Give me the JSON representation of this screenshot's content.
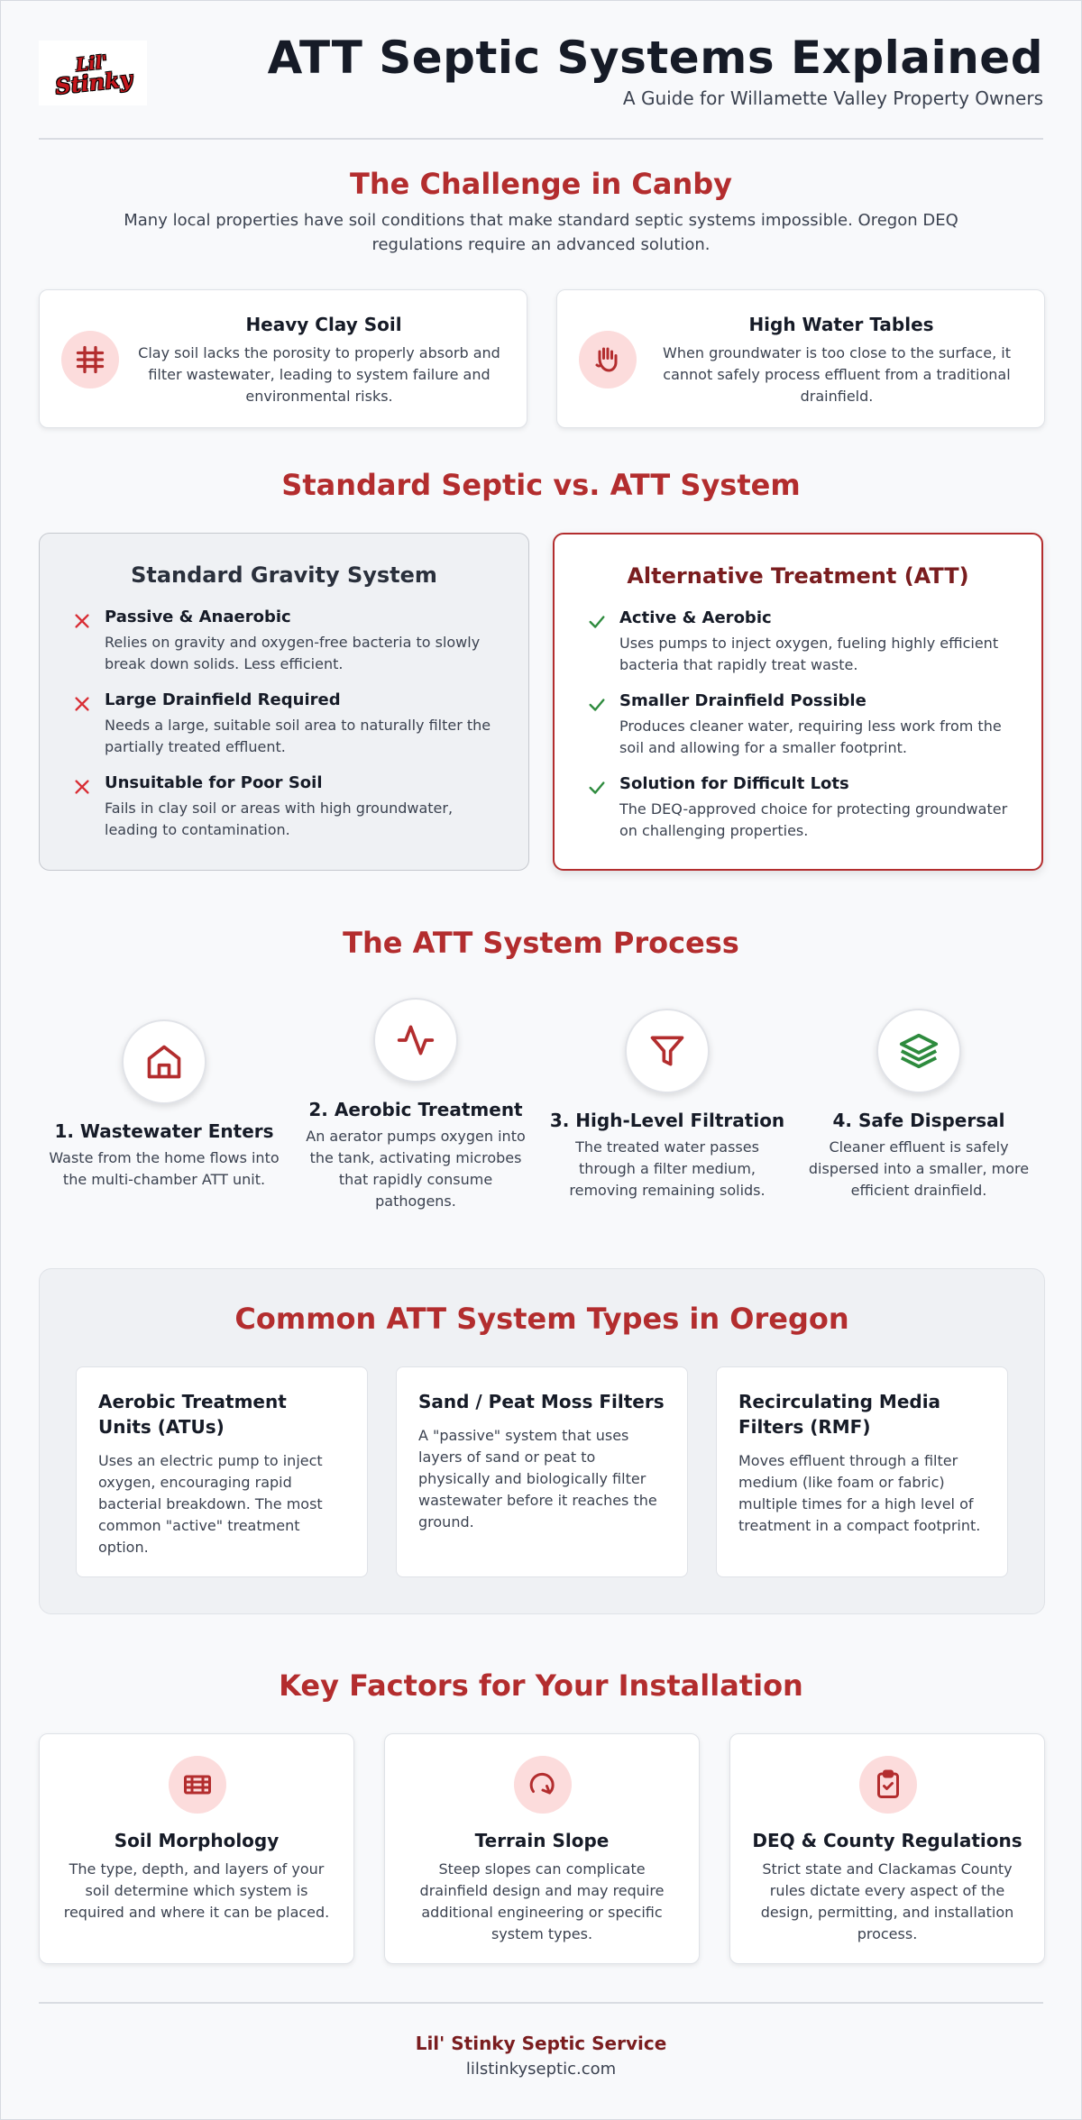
{
  "header": {
    "logo_line1": "Lil'",
    "logo_line2": "Stinky",
    "title": "ATT Septic Systems Explained",
    "subtitle": "A Guide for Willamette Valley Property Owners"
  },
  "challenge": {
    "title": "The Challenge in Canby",
    "intro": "Many local properties have soil conditions that make standard septic systems impossible. Oregon DEQ regulations require an advanced solution.",
    "cards": [
      {
        "icon": "grid-icon",
        "title": "Heavy Clay Soil",
        "text": "Clay soil lacks the porosity to properly absorb and filter wastewater, leading to system failure and environmental risks."
      },
      {
        "icon": "water-hand-icon",
        "title": "High Water Tables",
        "text": "When groundwater is too close to the surface, it cannot safely process effluent from a traditional drainfield."
      }
    ]
  },
  "comparison": {
    "title": "Standard Septic vs. ATT System",
    "standard": {
      "title": "Standard Gravity System",
      "items": [
        {
          "title": "Passive & Anaerobic",
          "text": "Relies on gravity and oxygen-free bacteria to slowly break down solids. Less efficient."
        },
        {
          "title": "Large Drainfield Required",
          "text": "Needs a large, suitable soil area to naturally filter the partially treated effluent."
        },
        {
          "title": "Unsuitable for Poor Soil",
          "text": "Fails in clay soil or areas with high groundwater, leading to contamination."
        }
      ]
    },
    "att": {
      "title": "Alternative Treatment (ATT)",
      "items": [
        {
          "title": "Active & Aerobic",
          "text": "Uses pumps to inject oxygen, fueling highly efficient bacteria that rapidly treat waste."
        },
        {
          "title": "Smaller Drainfield Possible",
          "text": "Produces cleaner water, requiring less work from the soil and allowing for a smaller footprint."
        },
        {
          "title": "Solution for Difficult Lots",
          "text": "The DEQ-approved choice for protecting groundwater on challenging properties."
        }
      ]
    }
  },
  "process": {
    "title": "The ATT System Process",
    "steps": [
      {
        "icon": "home-icon",
        "title": "1. Wastewater Enters",
        "text": "Waste from the home flows into the multi-chamber ATT unit."
      },
      {
        "icon": "activity-icon",
        "title": "2. Aerobic Treatment",
        "text": "An aerator pumps oxygen into the tank, activating microbes that rapidly consume pathogens."
      },
      {
        "icon": "filter-icon",
        "title": "3. High-Level Filtration",
        "text": "The treated water passes through a filter medium, removing remaining solids."
      },
      {
        "icon": "layers-icon",
        "title": "4. Safe Dispersal",
        "text": "Cleaner effluent is safely dispersed into a smaller, more efficient drainfield."
      }
    ]
  },
  "types": {
    "title": "Common ATT System Types in Oregon",
    "cards": [
      {
        "title": "Aerobic Treatment Units (ATUs)",
        "text": "Uses an electric pump to inject oxygen, encouraging rapid bacterial breakdown. The most common \"active\" treatment option."
      },
      {
        "title": "Sand / Peat Moss Filters",
        "text": "A \"passive\" system that uses layers of sand or peat to physically and biologically filter wastewater before it reaches the ground."
      },
      {
        "title": "Recirculating Media Filters (RMF)",
        "text": "Moves effluent through a filter medium (like foam or fabric) multiple times for a high level of treatment in a compact footprint."
      }
    ]
  },
  "factors": {
    "title": "Key Factors for Your Installation",
    "cards": [
      {
        "icon": "soil-layers-icon",
        "title": "Soil Morphology",
        "text": "The type, depth, and layers of your soil determine which system is required and where it can be placed."
      },
      {
        "icon": "slope-icon",
        "title": "Terrain Slope",
        "text": "Steep slopes can complicate drainfield design and may require additional engineering or specific system types."
      },
      {
        "icon": "clipboard-check-icon",
        "title": "DEQ & County Regulations",
        "text": "Strict state and Clackamas County rules dictate every aspect of the design, permitting, and installation process."
      }
    ]
  },
  "footer": {
    "name": "Lil' Stinky Septic Service",
    "url": "lilstinkyseptic.com"
  },
  "colors": {
    "accent": "#b32d2e",
    "dark_accent": "#7a1d1f",
    "icon_bg": "#fcdcdc",
    "success": "#2e8b3e"
  }
}
